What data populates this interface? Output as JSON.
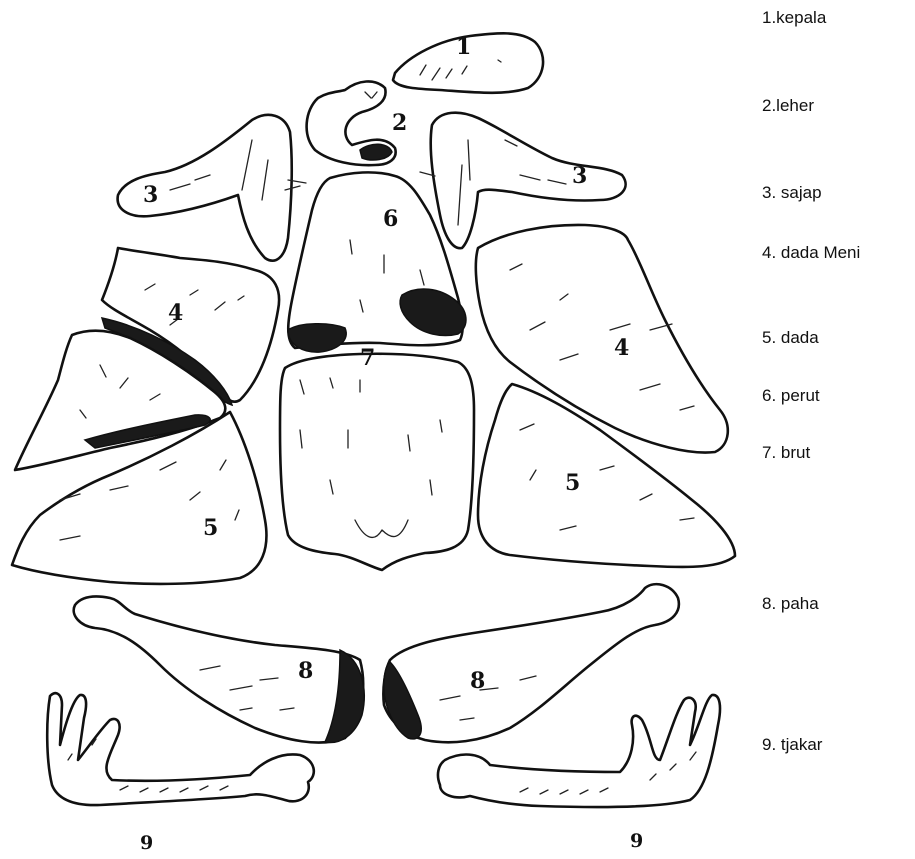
{
  "legend": [
    {
      "label": "1.kepala"
    },
    {
      "label": "2.leher"
    },
    {
      "label": "3. sajap"
    },
    {
      "label": "4. dada Meni"
    },
    {
      "label": "5. dada"
    },
    {
      "label": "6. perut"
    },
    {
      "label": "7. brut"
    },
    {
      "label": "8. paha"
    },
    {
      "label": "9. tjakar"
    }
  ],
  "piece_numbers": {
    "head": "1",
    "neck": "2",
    "wing": "3",
    "breast_fillet": "4",
    "breast": "5",
    "belly": "6",
    "rump": "7",
    "thigh": "8",
    "feet": "9"
  }
}
